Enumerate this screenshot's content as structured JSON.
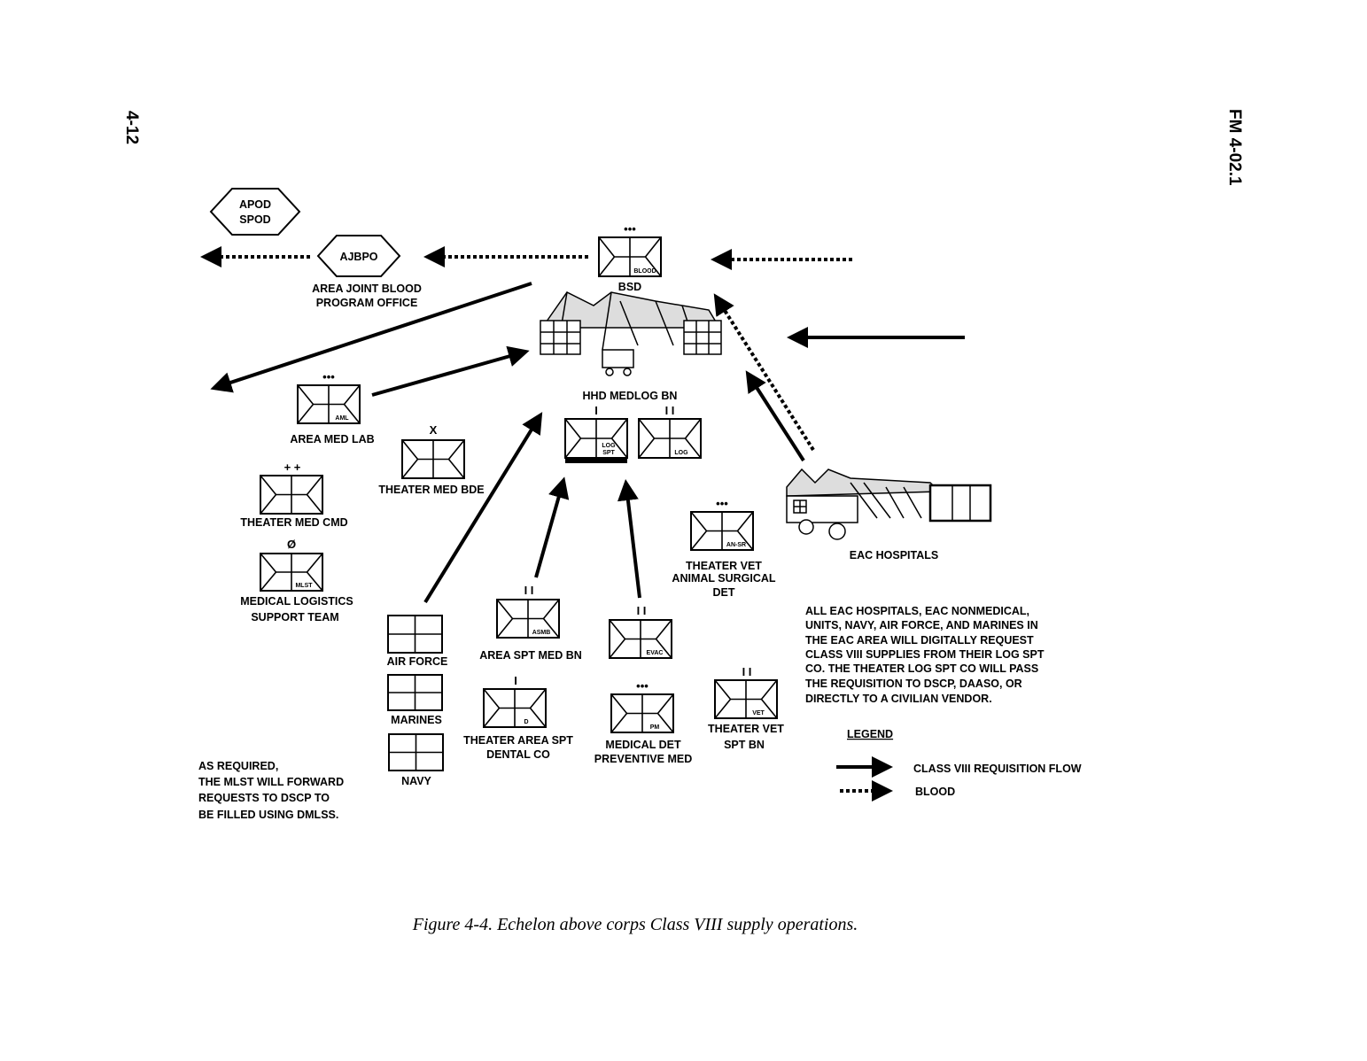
{
  "page": {
    "number": "4-12",
    "manual": "FM 4-02.1"
  },
  "caption": "Figure 4-4.  Echelon above corps Class VIII supply operations.",
  "nodes": {
    "apod": {
      "line1": "APOD",
      "line2": "SPOD"
    },
    "ajbpo": {
      "code": "AJBPO",
      "label1": "AREA JOINT BLOOD",
      "label2": "PROGRAM OFFICE"
    },
    "bsd": {
      "echelon": "•••",
      "code": "BLOOD",
      "label": "BSD"
    },
    "hhd": {
      "label": "HHD MEDLOG BN"
    },
    "logspt": {
      "echelon": "I",
      "code1": "LOG",
      "code2": "SPT"
    },
    "log": {
      "echelon": "I I",
      "code": "LOG"
    },
    "aml": {
      "echelon": "•••",
      "code": "AML",
      "label": "AREA MED LAB"
    },
    "medbde": {
      "echelon": "X",
      "label": "THEATER MED BDE"
    },
    "medcmd": {
      "echelon": "+ +",
      "label": "THEATER MED CMD"
    },
    "mlst": {
      "echelon": "Ø",
      "code": "MLST",
      "label1": "MEDICAL LOGISTICS",
      "label2": "SUPPORT TEAM"
    },
    "ansr": {
      "echelon": "•••",
      "code": "AN-SR",
      "label1": "THEATER VET",
      "label2": "ANIMAL SURGICAL",
      "label3": "DET"
    },
    "eac": {
      "label": "EAC HOSPITALS"
    },
    "asmb": {
      "echelon": "I I",
      "code": "ASMB",
      "label": "AREA SPT MED BN"
    },
    "evac": {
      "echelon": "I I",
      "code": "EVAC"
    },
    "dental": {
      "echelon": "I",
      "code": "D",
      "label1": "THEATER AREA SPT",
      "label2": "DENTAL CO"
    },
    "pm": {
      "echelon": "•••",
      "code": "PM",
      "label1": "MEDICAL DET",
      "label2": "PREVENTIVE MED"
    },
    "vet": {
      "echelon": "I I",
      "code": "VET",
      "label1": "THEATER VET",
      "label2": "SPT BN"
    },
    "airforce": {
      "label": "AIR FORCE"
    },
    "marines": {
      "label": "MARINES"
    },
    "navy": {
      "label": "NAVY"
    }
  },
  "notes": {
    "mlst_note": [
      "AS REQUIRED,",
      "THE MLST WILL FORWARD",
      "REQUESTS TO DSCP TO",
      "BE FILLED USING DMLSS."
    ],
    "eac_note": [
      "ALL EAC HOSPITALS, EAC NONMEDICAL,",
      "UNITS, NAVY,  AIR FORCE, AND MARINES IN",
      "THE EAC AREA WILL DIGITALLY REQUEST",
      "CLASS VIII SUPPLIES FROM THEIR LOG SPT",
      "CO.  THE THEATER LOG SPT CO WILL PASS",
      "THE REQUISITION TO DSCP, DAASO, OR",
      "DIRECTLY TO A CIVILIAN VENDOR."
    ]
  },
  "legend": {
    "title": "LEGEND",
    "items": [
      {
        "style": "solid",
        "label": "CLASS VIII REQUISITION  FLOW"
      },
      {
        "style": "dotted",
        "label": "BLOOD"
      }
    ]
  }
}
